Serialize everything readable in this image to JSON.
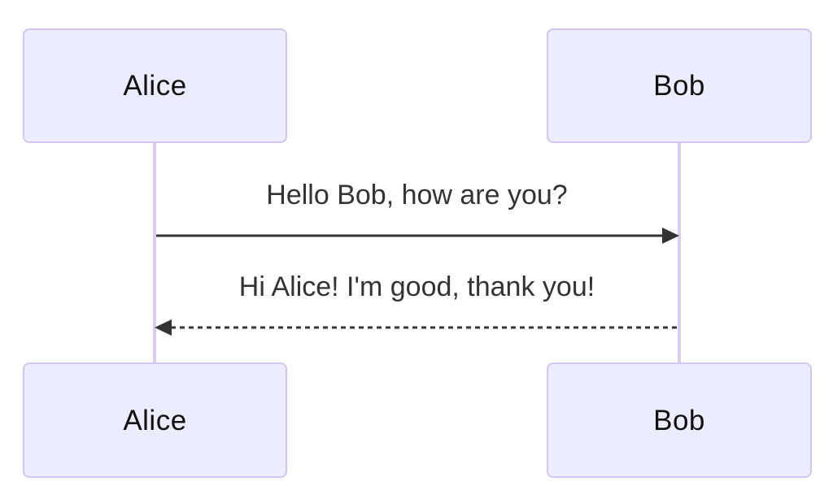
{
  "diagram": {
    "type": "sequence-diagram",
    "actors": [
      {
        "id": "alice",
        "label": "Alice"
      },
      {
        "id": "bob",
        "label": "Bob"
      }
    ],
    "messages": [
      {
        "from": "Alice",
        "to": "Bob",
        "text": "Hello Bob, how are you?",
        "line_style": "solid",
        "arrow_direction": "right"
      },
      {
        "from": "Bob",
        "to": "Alice",
        "text": "Hi Alice! I'm good, thank you!",
        "line_style": "dashed",
        "arrow_direction": "left"
      }
    ],
    "colors": {
      "background": "#FFFFFF",
      "actor_fill": "#ECECFF",
      "actor_border": "#D4C4EF",
      "actor_text": "#111111",
      "lifeline": "#D8CDEE",
      "message_text": "#333333",
      "arrow": "#333333"
    }
  }
}
